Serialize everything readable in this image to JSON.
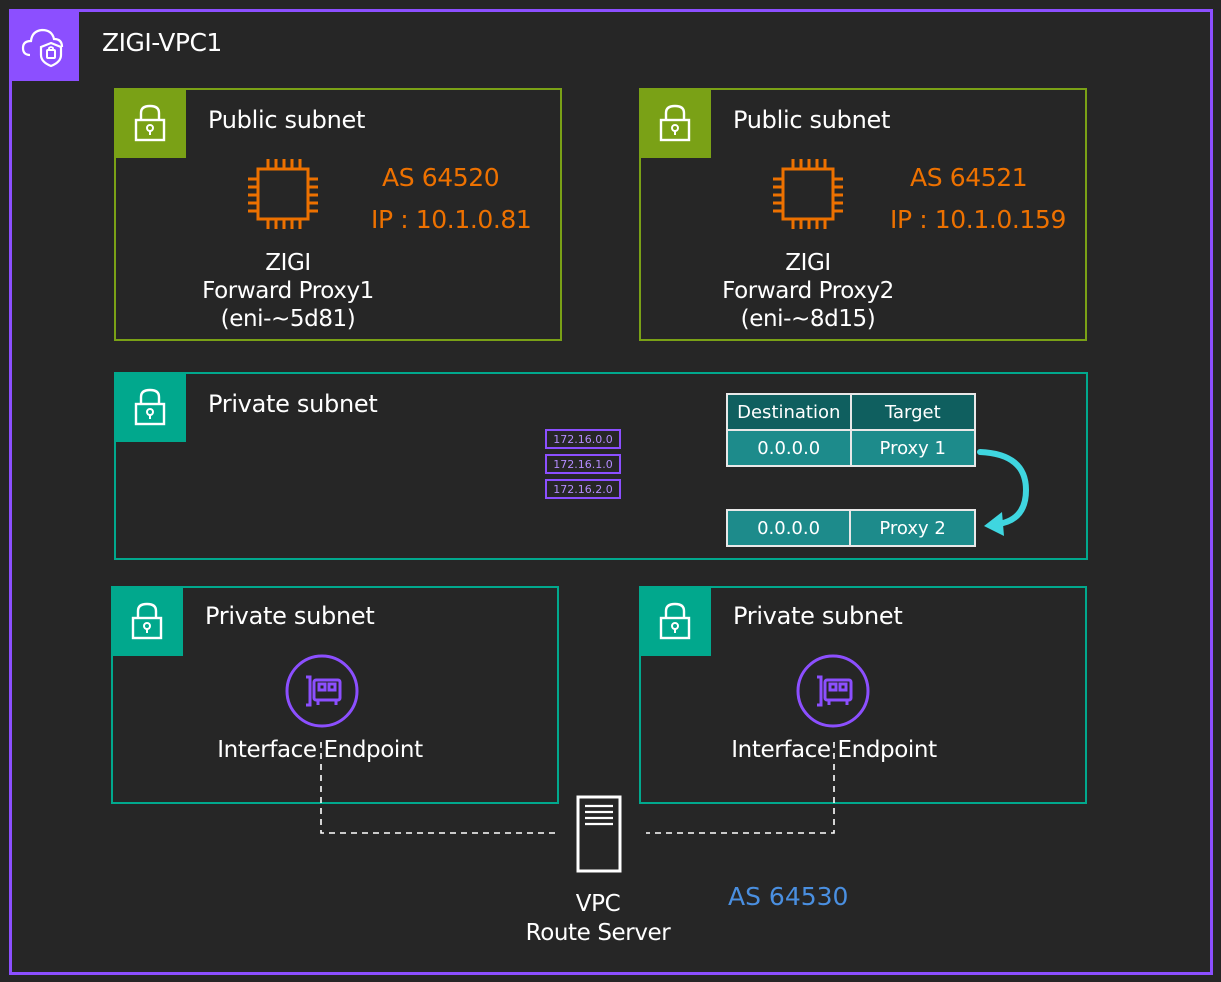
{
  "vpc": {
    "title": "ZIGI-VPC1",
    "icon": "cloud-shield-icon"
  },
  "public_subnets": [
    {
      "title": "Public subnet",
      "as": "AS 64520",
      "ip": "IP : 10.1.0.81",
      "name_line1": "ZIGI",
      "name_line2": "Forward Proxy1",
      "name_line3": "(eni-~5d81)"
    },
    {
      "title": "Public subnet",
      "as": "AS 64521",
      "ip": "IP : 10.1.0.159",
      "name_line1": "ZIGI",
      "name_line2": "Forward Proxy2",
      "name_line3": "(eni-~8d15)"
    }
  ],
  "private_subnet_main": {
    "title": "Private subnet",
    "route_icon_entries": [
      "172.16.0.0",
      "172.16.1.0",
      "172.16.2.0"
    ],
    "route_table": {
      "headers": [
        "Destination",
        "Target"
      ],
      "row1": [
        "0.0.0.0",
        "Proxy 1"
      ],
      "row2": [
        "0.0.0.0",
        "Proxy 2"
      ]
    }
  },
  "private_subnets_bottom": [
    {
      "title": "Private subnet",
      "endpoint_label": "Interface Endpoint"
    },
    {
      "title": "Private subnet",
      "endpoint_label": "Interface Endpoint"
    }
  ],
  "route_server": {
    "line1": "VPC",
    "line2": "Route Server",
    "as": "AS 64530"
  },
  "colors": {
    "vpc": "#8c4fff",
    "public": "#7aa116",
    "private": "#01a88d",
    "ec2": "#ed7100",
    "as_blue": "#4a8fe0",
    "arrow": "#3fd6e0"
  }
}
